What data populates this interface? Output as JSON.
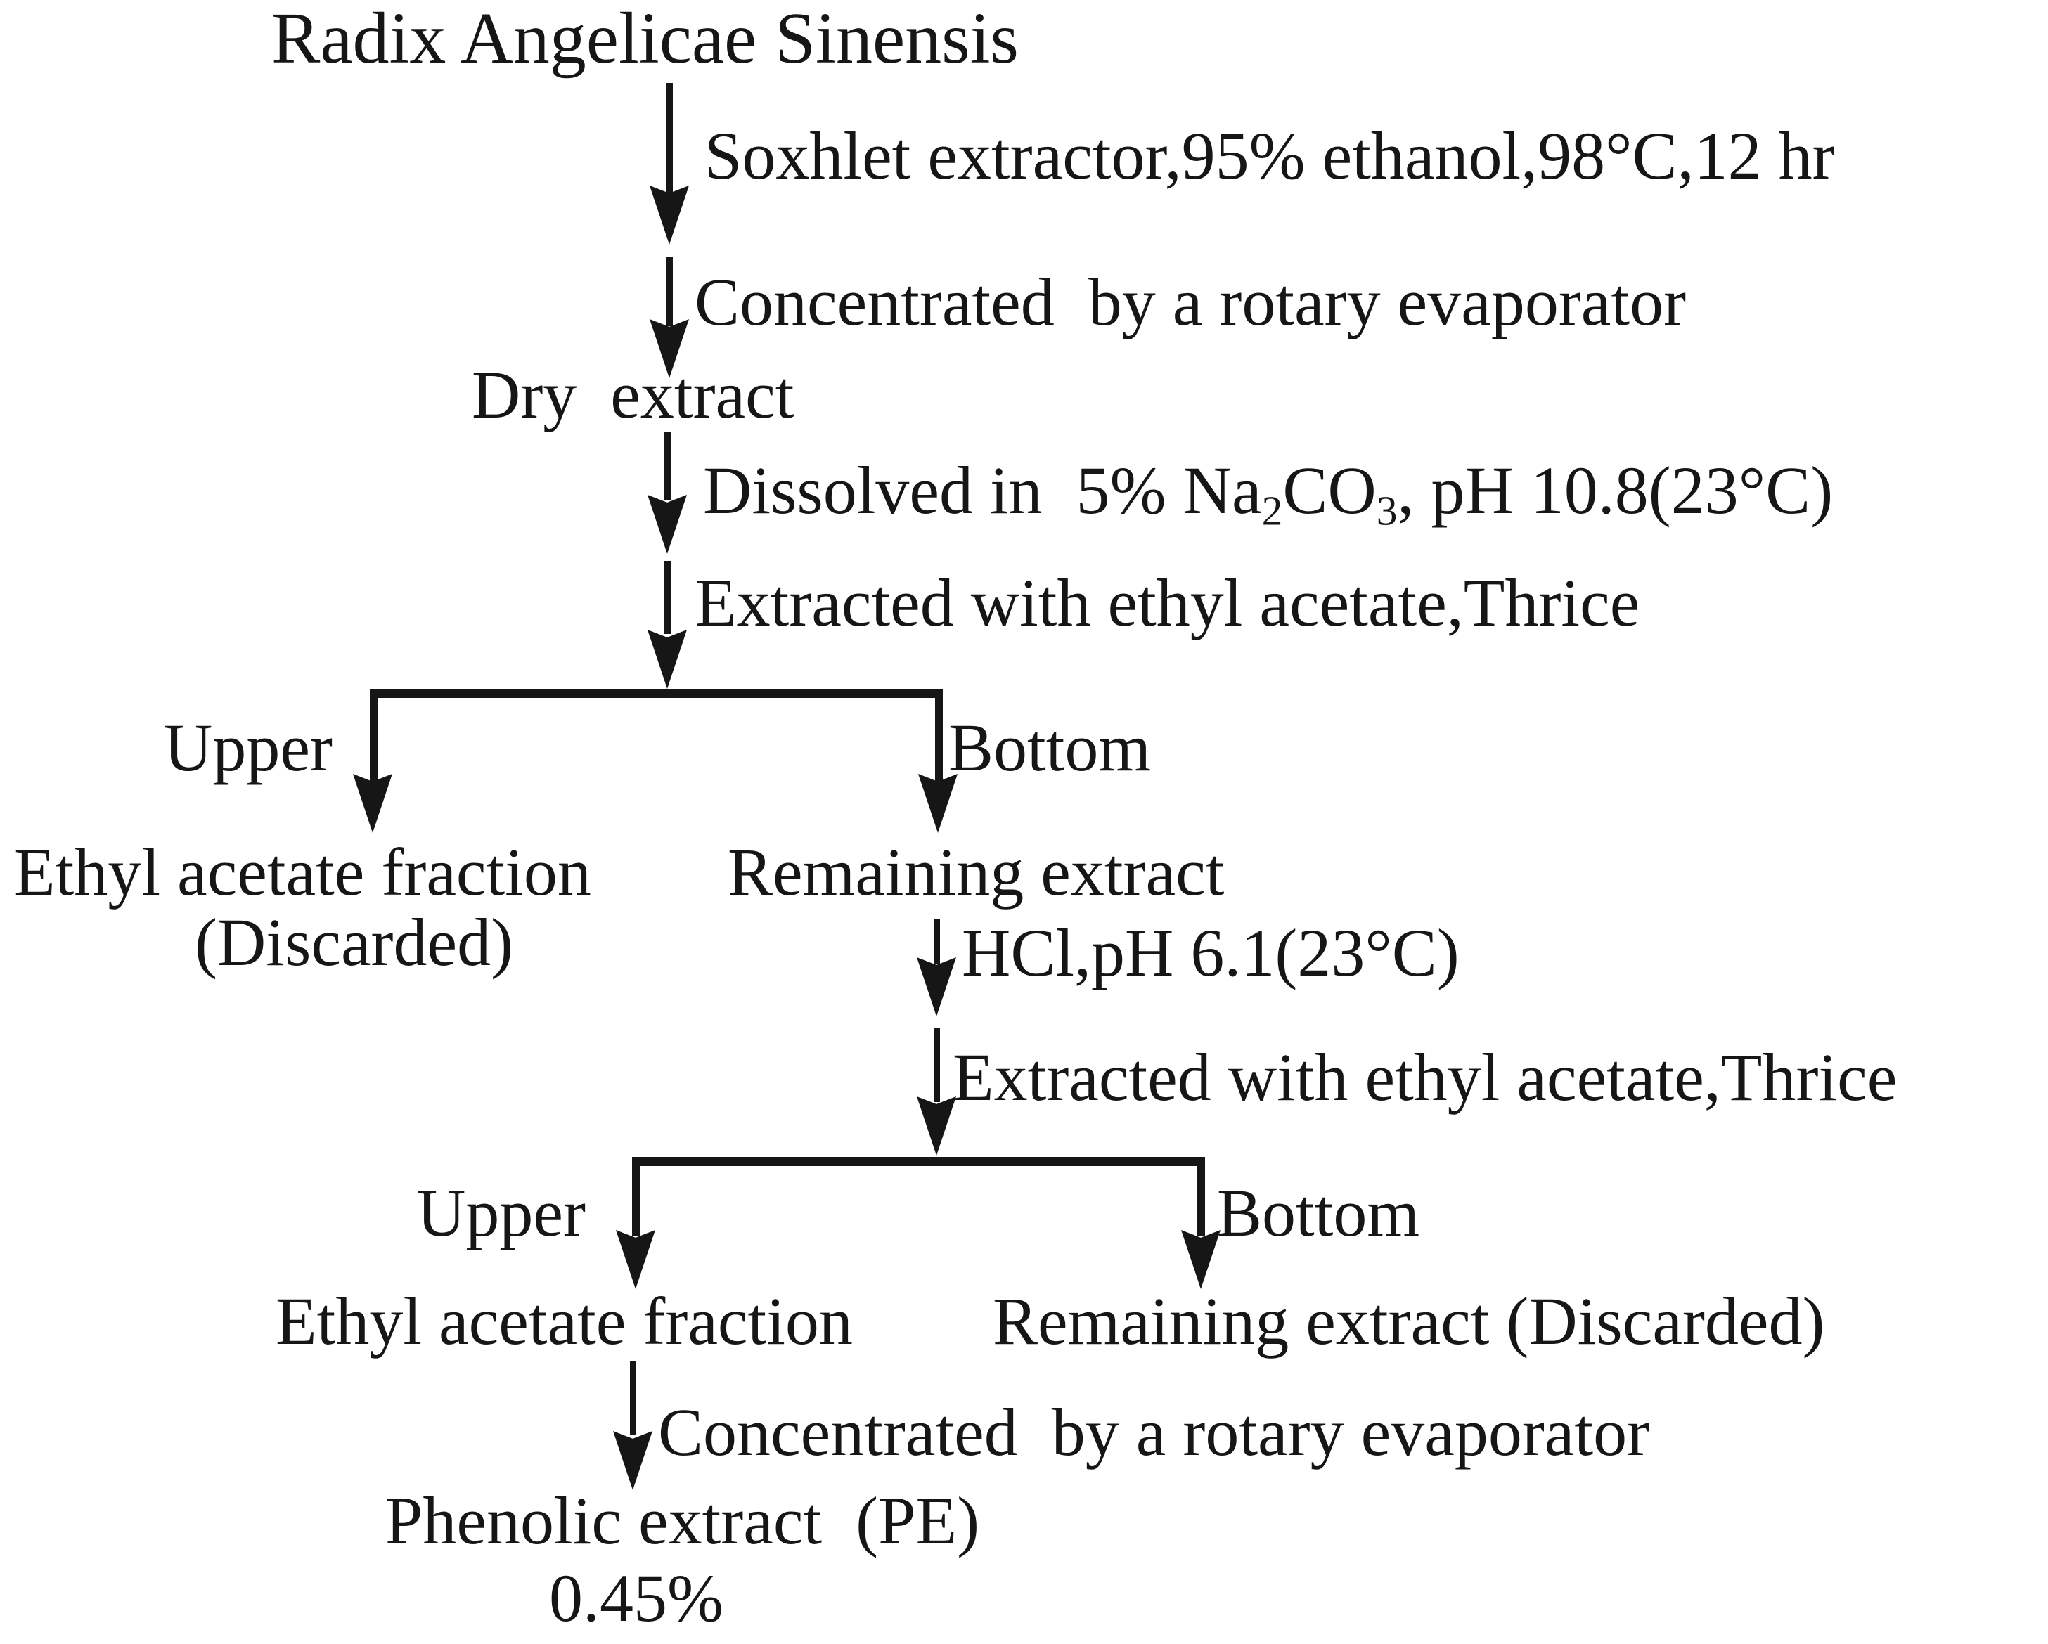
{
  "flowchart": {
    "colors": {
      "ink": "#161616",
      "background": "#ffffff"
    },
    "nodes": {
      "source": "Radix Angelicae Sinensis",
      "dry_extract": "Dry  extract",
      "ethyl_acetate_fraction_1": "Ethyl acetate fraction",
      "discarded_1": "(Discarded)",
      "remaining_extract_1": "Remaining extract",
      "ethyl_acetate_fraction_2": "Ethyl acetate fraction",
      "remaining_extract_2": "Remaining extract (Discarded)",
      "phenolic_extract": "Phenolic extract  (PE)",
      "yield": "0.45%"
    },
    "steps": {
      "soxhlet": "Soxhlet extractor,95% ethanol,98°C,12 hr",
      "concentrate_1": "Concentrated  by a rotary evaporator",
      "dissolved_parts": [
        {
          "t": "Dissolved in  5% Na"
        },
        {
          "t": "2",
          "sub": true
        },
        {
          "t": "CO"
        },
        {
          "t": "3",
          "sub": true
        },
        {
          "t": ", pH 10.8(23°C)"
        }
      ],
      "extract_ea_1": "Extracted with ethyl acetate,Thrice",
      "hcl": "HCl,pH 6.1(23°C)",
      "extract_ea_2": "Extracted with ethyl acetate,Thrice",
      "concentrate_2": "Concentrated  by a rotary evaporator"
    },
    "branch_labels": {
      "upper_1": "Upper",
      "bottom_1": "Bottom",
      "upper_2": "Upper",
      "bottom_2": "Bottom"
    }
  }
}
